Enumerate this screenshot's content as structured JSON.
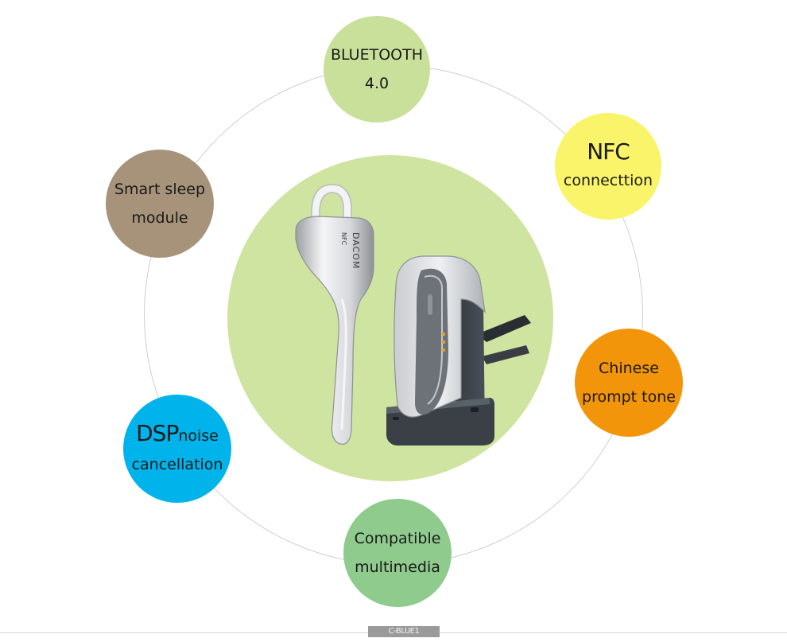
{
  "colors": {
    "center": "#cfe4a0",
    "bluetooth": "#c9e09a",
    "nfc": "#f9f46a",
    "chinese": "#f2950a",
    "multimedia": "#8fcb8c",
    "dsp": "#00b3ea",
    "sleep": "#a7937a"
  },
  "features": {
    "bluetooth": {
      "line1": "BLUETOOTH",
      "line2": "4.0"
    },
    "nfc": {
      "line1": "NFC",
      "line2": "connecttion"
    },
    "chinese": {
      "line1": "Chinese",
      "line2": "prompt tone"
    },
    "multimedia": {
      "line1": "Compatible",
      "line2": "multimedia"
    },
    "dsp": {
      "line1_big": "DSP",
      "line1_small": "noise",
      "line2": "cancellation"
    },
    "sleep": {
      "line1": "Smart sleep",
      "line2": "module"
    }
  },
  "product": {
    "brand": "DACOM",
    "nfc_mark": "NFC"
  },
  "footer": {
    "tag": "C-BLUE1"
  }
}
